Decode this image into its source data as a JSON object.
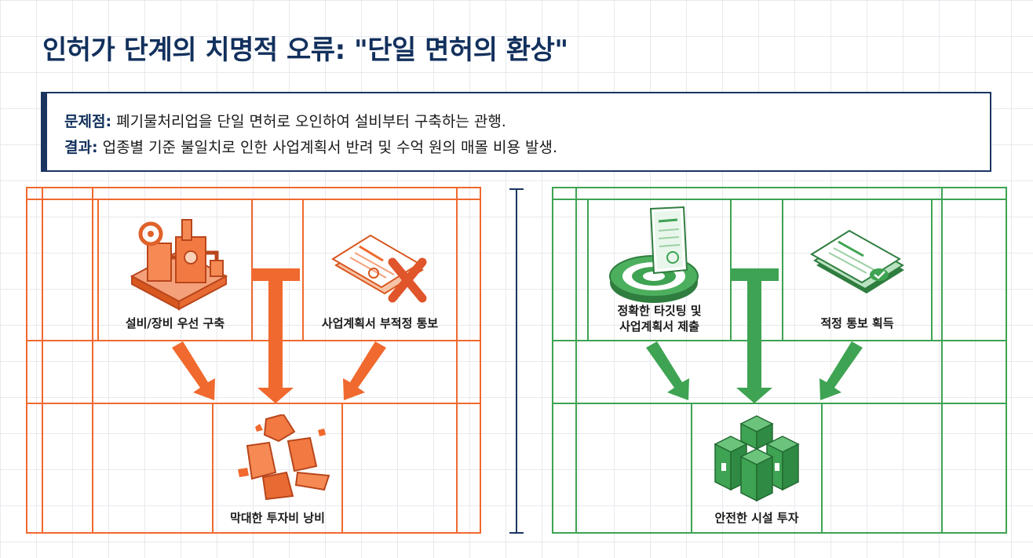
{
  "title": "인허가 단계의 치명적 오류: \"단일 면허의 환상\"",
  "notice": {
    "problem_key": "문제점:",
    "problem_text": " 폐기물처리업을 단일 면허로 오인하여 설비부터 구축하는 관행.",
    "result_key": "결과:",
    "result_text": " 업종별 기준 불일치로 인한 사업계획서 반려 및 수억 원의 매몰 비용 발생."
  },
  "left_flow": {
    "color": "#f0692e",
    "node_equipment": "설비/장비 우선 구축",
    "node_rejection": "사업계획서 부적정 통보",
    "node_waste": "막대한 투자비 낭비"
  },
  "right_flow": {
    "color": "#3ea352",
    "node_targeting_line1": "정확한 타깃팅 및",
    "node_targeting_line2": "사업계획서 제출",
    "node_approval": "적정 통보 획득",
    "node_investment": "안전한 시설 투자"
  }
}
